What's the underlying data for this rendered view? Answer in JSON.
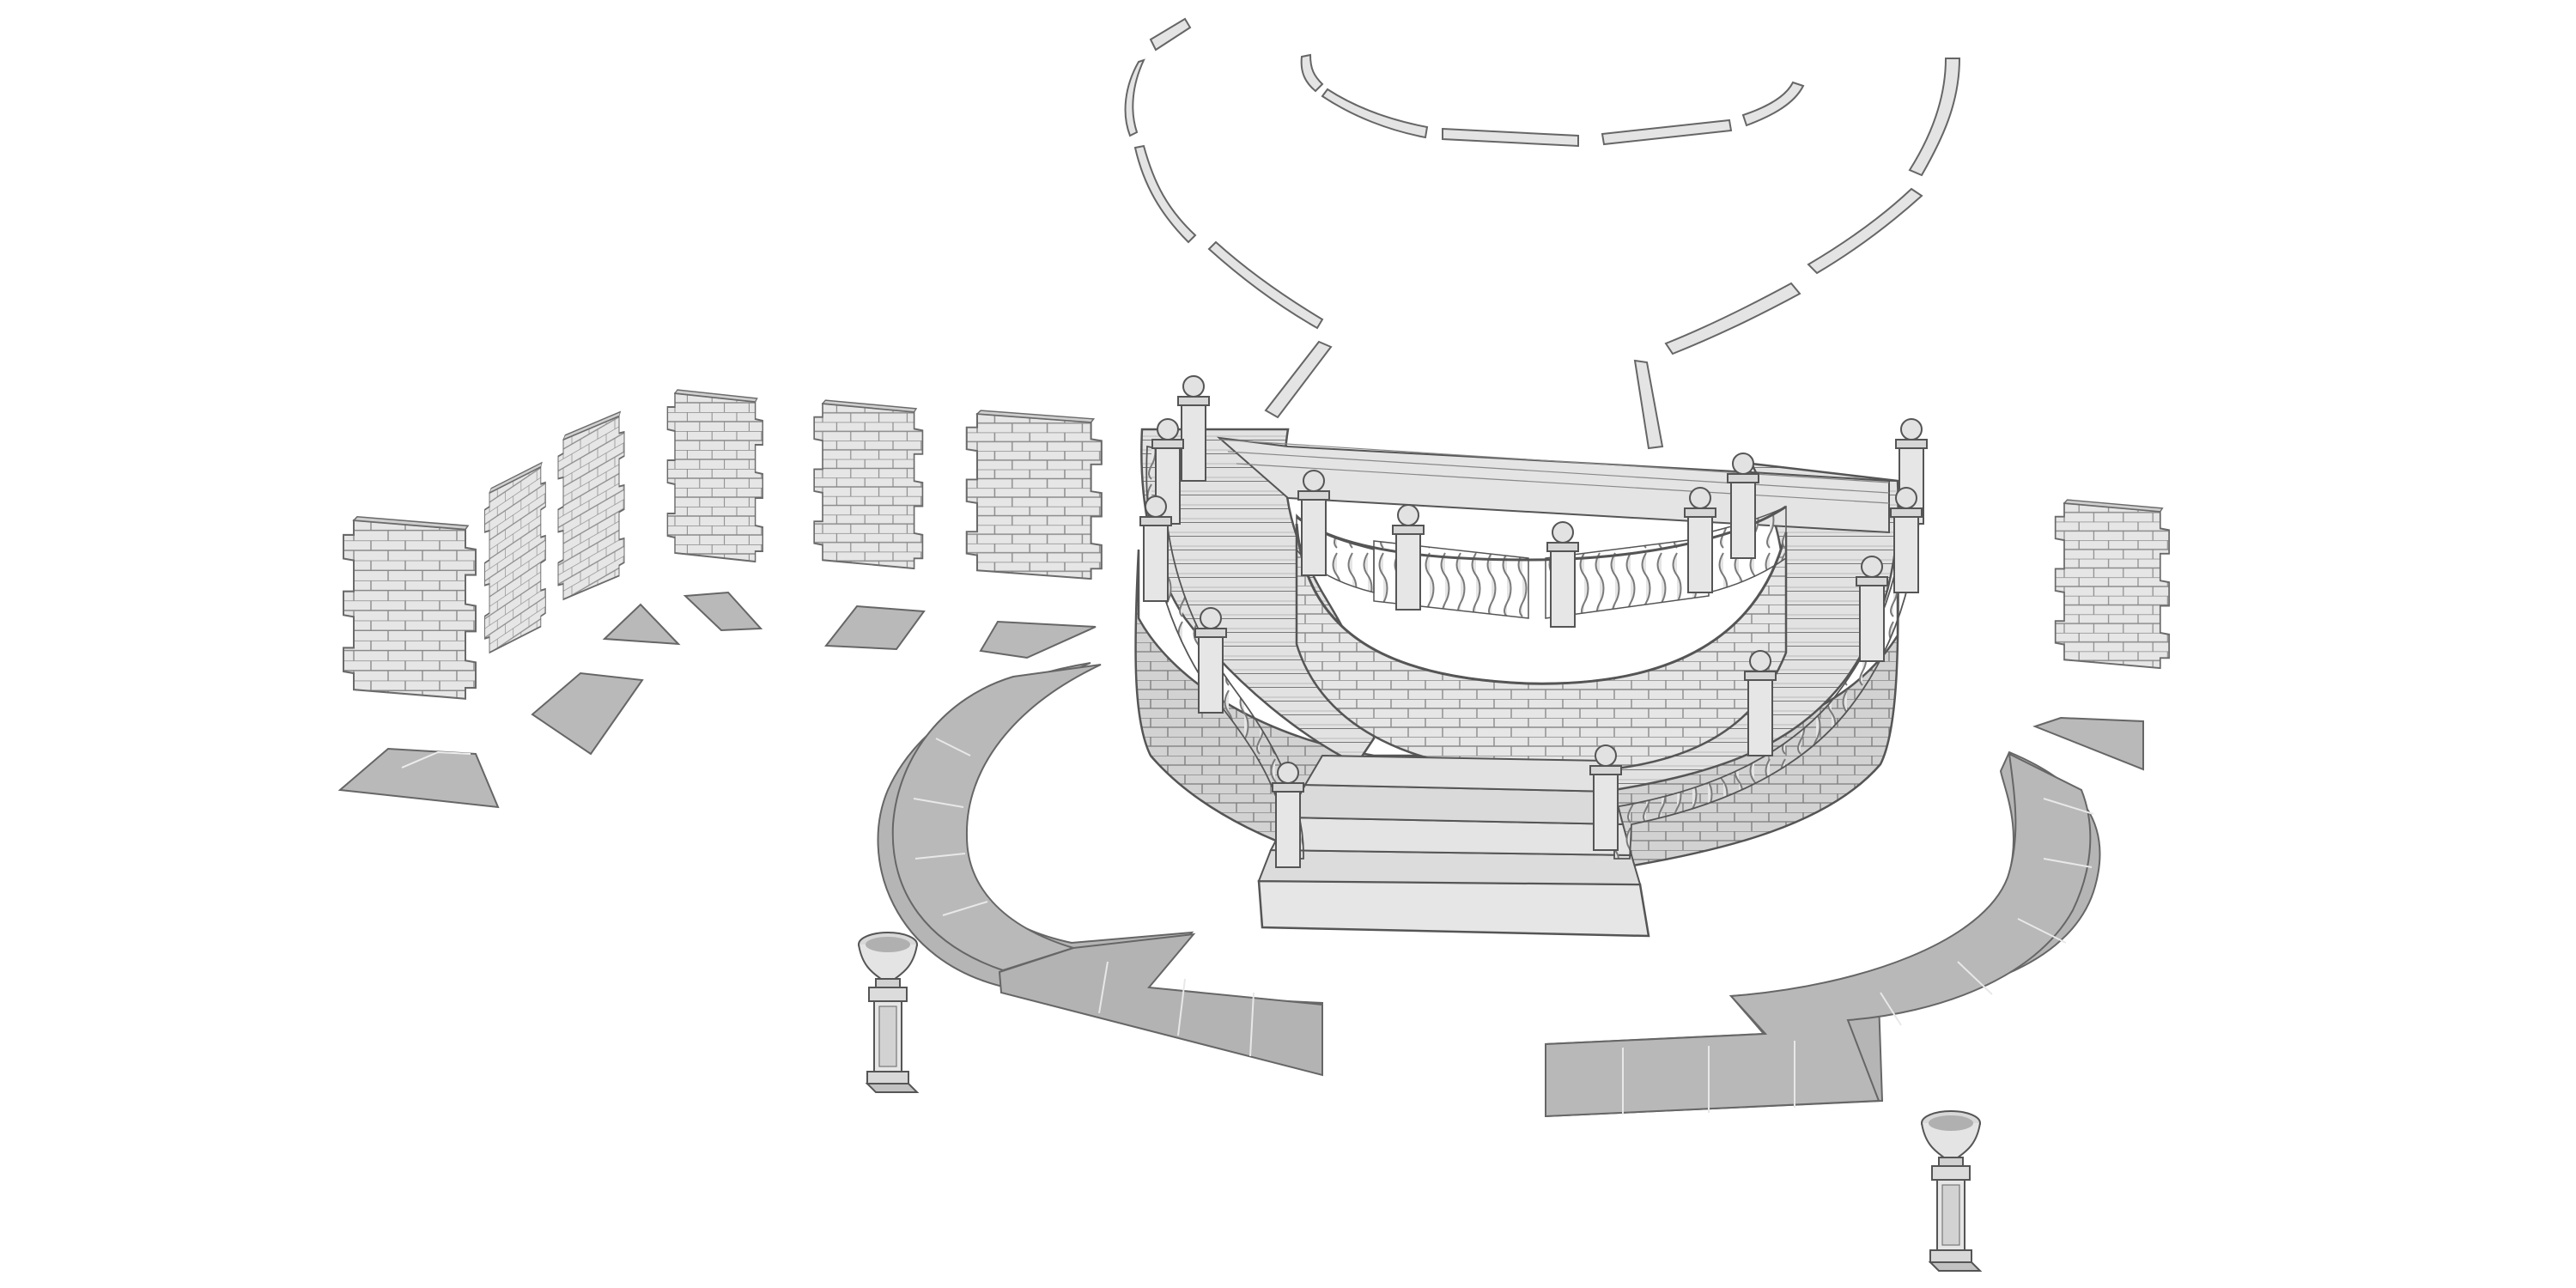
{
  "scene": {
    "subject": "exploded-view-curved-grand-staircase",
    "palette": {
      "background": "#ffffff",
      "light": "#e9e9e9",
      "mid": "#cfcfcf",
      "dark": "#a9a9a9",
      "shade": "#8f8f8f",
      "line": "#555555"
    },
    "counts": {
      "wall_panels": 7,
      "floor_tiles": 8,
      "ring_segments_upper": 16,
      "path_sections": 2,
      "urn_pedestals": 2
    }
  }
}
